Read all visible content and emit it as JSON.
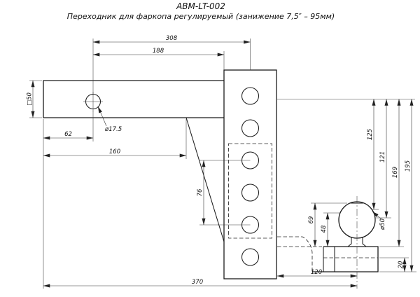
{
  "title": {
    "model": "ABM-LT-002",
    "description": "Переходник для фаркопа регулируемый (занижение 7,5″ – 95мм)"
  },
  "dims": {
    "d308": "308",
    "d188": "188",
    "sq50": "□50",
    "dia_hole": "ø17.5",
    "d62": "62",
    "d160": "160",
    "d76": "76",
    "d125": "125",
    "d121": "121",
    "d169": "169",
    "d195": "195",
    "d69": "69",
    "d48": "48",
    "dia_ball": "ø50",
    "d20": "20",
    "d120": "120",
    "d370": "370"
  }
}
